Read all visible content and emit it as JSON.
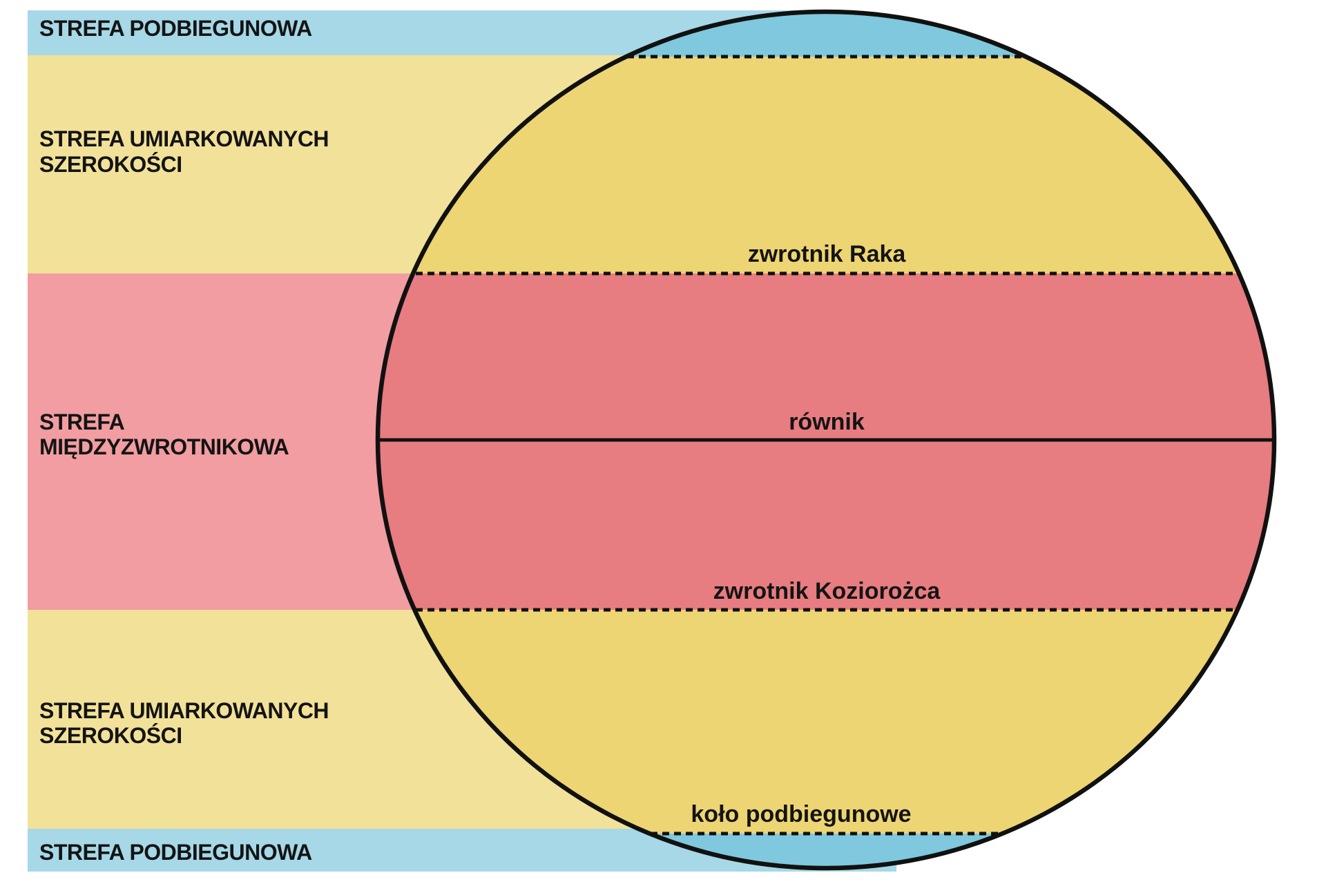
{
  "zones": [
    {
      "id": "subpolar-north",
      "label_lines": [
        "STREFA PODBIEGUNOWA"
      ],
      "band_color": "#a6d8e7",
      "globe_color": "#80c8dd"
    },
    {
      "id": "temperate-north",
      "label_lines": [
        "STREFA UMIARKOWANYCH",
        "SZEROKOŚCI"
      ],
      "band_color": "#f2e199",
      "globe_color": "#edd573"
    },
    {
      "id": "intertropical",
      "label_lines": [
        "STREFA",
        "MIĘDZYZWROTNIKOWA"
      ],
      "band_color": "#f19da1",
      "globe_color": "#e77c81"
    },
    {
      "id": "temperate-south",
      "label_lines": [
        "STREFA UMIARKOWANYCH",
        "SZEROKOŚCI"
      ],
      "band_color": "#f2e199",
      "globe_color": "#edd573"
    },
    {
      "id": "subpolar-south",
      "label_lines": [
        "STREFA PODBIEGUNOWA"
      ],
      "band_color": "#a6d8e7",
      "globe_color": "#80c8dd"
    }
  ],
  "latitude_lines": [
    {
      "id": "polar-circle-north",
      "style": "dashed"
    },
    {
      "id": "tropic-of-cancer",
      "label": "zwrotnik Raka",
      "style": "dashed"
    },
    {
      "id": "equator",
      "label": "równik",
      "style": "solid"
    },
    {
      "id": "tropic-of-capricorn",
      "label": "zwrotnik Koziorożca",
      "style": "dashed"
    },
    {
      "id": "polar-circle-south",
      "label": "koło podbiegunowe",
      "style": "dashed"
    }
  ],
  "colors": {
    "outline": "#111111",
    "label_text": "#141414",
    "background": "#ffffff"
  }
}
